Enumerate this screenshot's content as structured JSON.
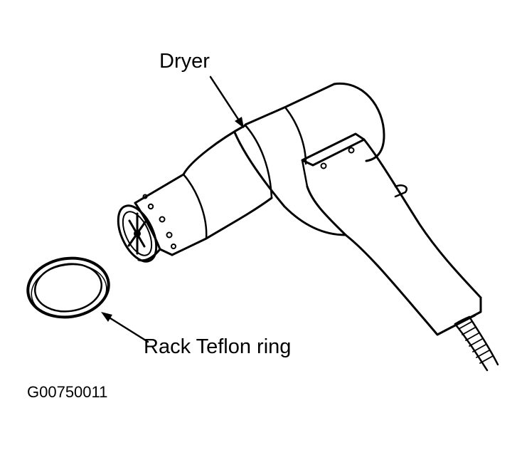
{
  "labels": {
    "dryer": "Dryer",
    "ring": "Rack Teflon ring"
  },
  "figure_id": "G00750011",
  "colors": {
    "ink": "#000000",
    "background": "#ffffff"
  }
}
